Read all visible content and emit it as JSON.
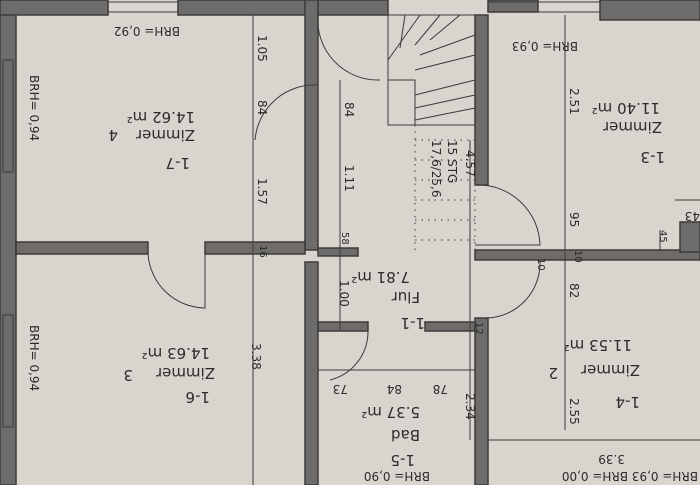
{
  "colors": {
    "paper": "#d9d4ce",
    "wall": "#6e6c6a",
    "ink": "#2b2b2b"
  },
  "orientation": "rotated 180 degrees",
  "rooms": {
    "zimmer4": {
      "id": "1-7",
      "name": "Zimmer",
      "number": "4",
      "area": "14.62 m²"
    },
    "zimmer3": {
      "id": "1-6",
      "name": "Zimmer",
      "number": "3",
      "area": "14.63 m²"
    },
    "flur": {
      "id": "1-1",
      "name": "Flur",
      "area": "7.81 m²"
    },
    "bad": {
      "id": "1-5",
      "name": "Bad",
      "area": "5.37 m²"
    },
    "zimmer1": {
      "id": "1-3",
      "name": "Zimmer",
      "area": "11.40 m²"
    },
    "zimmer2": {
      "id": "1-4",
      "name": "Zimmer",
      "number": "2",
      "area": "11.53 m²"
    }
  },
  "brh": {
    "top_left": "BRH= 0,92",
    "left_upper": "BRH= 0,94",
    "left_lower": "BRH= 0,94",
    "top_right": "BRH= 0,93",
    "bottom_bad": "BRH= 0,90",
    "bottom_right": "BRH= 0,93  BRH= 0,00"
  },
  "stairs": {
    "steps": "15 STG",
    "ratio": "17,6/25,6"
  },
  "dimensions": {
    "d105": "1.05",
    "d84a": "84",
    "d157": "1.57",
    "d16": "16",
    "d338": "3.38",
    "d84b": "84",
    "d111": "1.11",
    "d58": "58",
    "d100": "1.00",
    "d73": "73",
    "d84c": "84",
    "d78": "78",
    "d12": "12",
    "d234": "2.34",
    "d457": "4.57",
    "d251": "2.51",
    "d95": "95",
    "d45": "45",
    "d43": "43",
    "d10a": "10",
    "d10b": "10",
    "d82": "82",
    "d255": "2.55",
    "d339": "3.39"
  }
}
